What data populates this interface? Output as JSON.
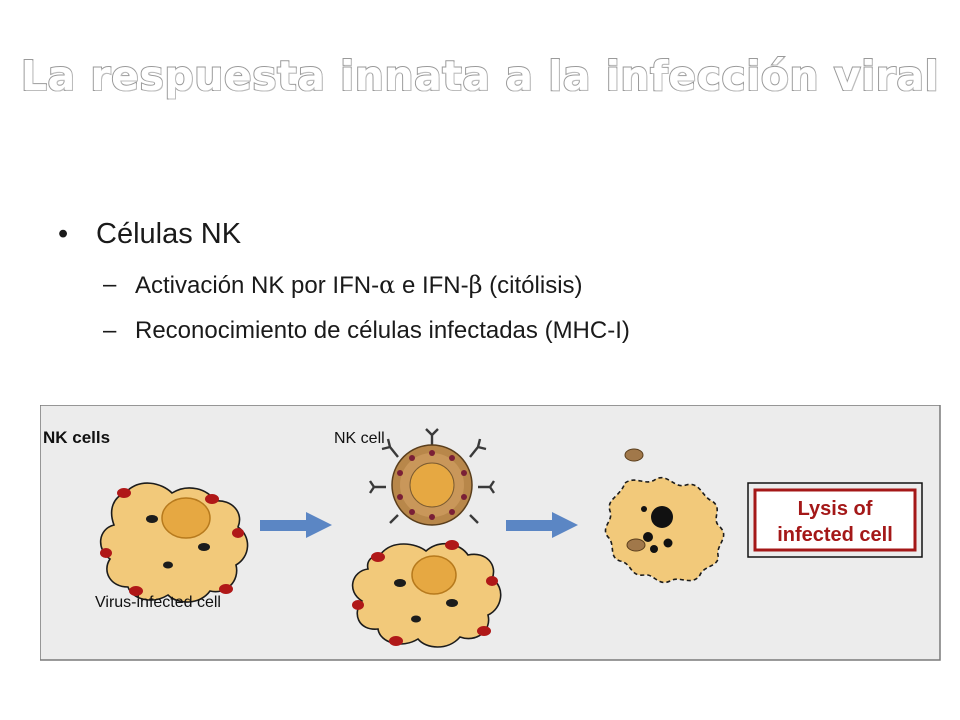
{
  "slide": {
    "title": "La respuesta innata a la infección viral",
    "bullet_glyph": "•",
    "dash_glyph": "–",
    "bullets": [
      {
        "text": "Células NK",
        "subitems": [
          {
            "before": "Activación NK por IFN-",
            "greek1": "α",
            "middle": " e IFN-",
            "greek2": "β",
            "after": " (citólisis)"
          },
          {
            "text": "Reconocimiento de células infectadas (MHC-I)"
          }
        ]
      }
    ]
  },
  "figure": {
    "panel_label": "NK cells",
    "nk_cell_label": "NK cell",
    "infected_cell_label": "Virus-infected cell",
    "result_line1": "Lysis of",
    "result_line2": "infected cell",
    "colors": {
      "panel_bg": "#ececec",
      "cell_fill": "#f2c97a",
      "cell_nucleus": "#e6a842",
      "viral_dots": "#b01818",
      "nk_body": "#b8874a",
      "arrow": "#5b86c4",
      "result_border": "#a41818",
      "result_text": "#a41818"
    }
  }
}
